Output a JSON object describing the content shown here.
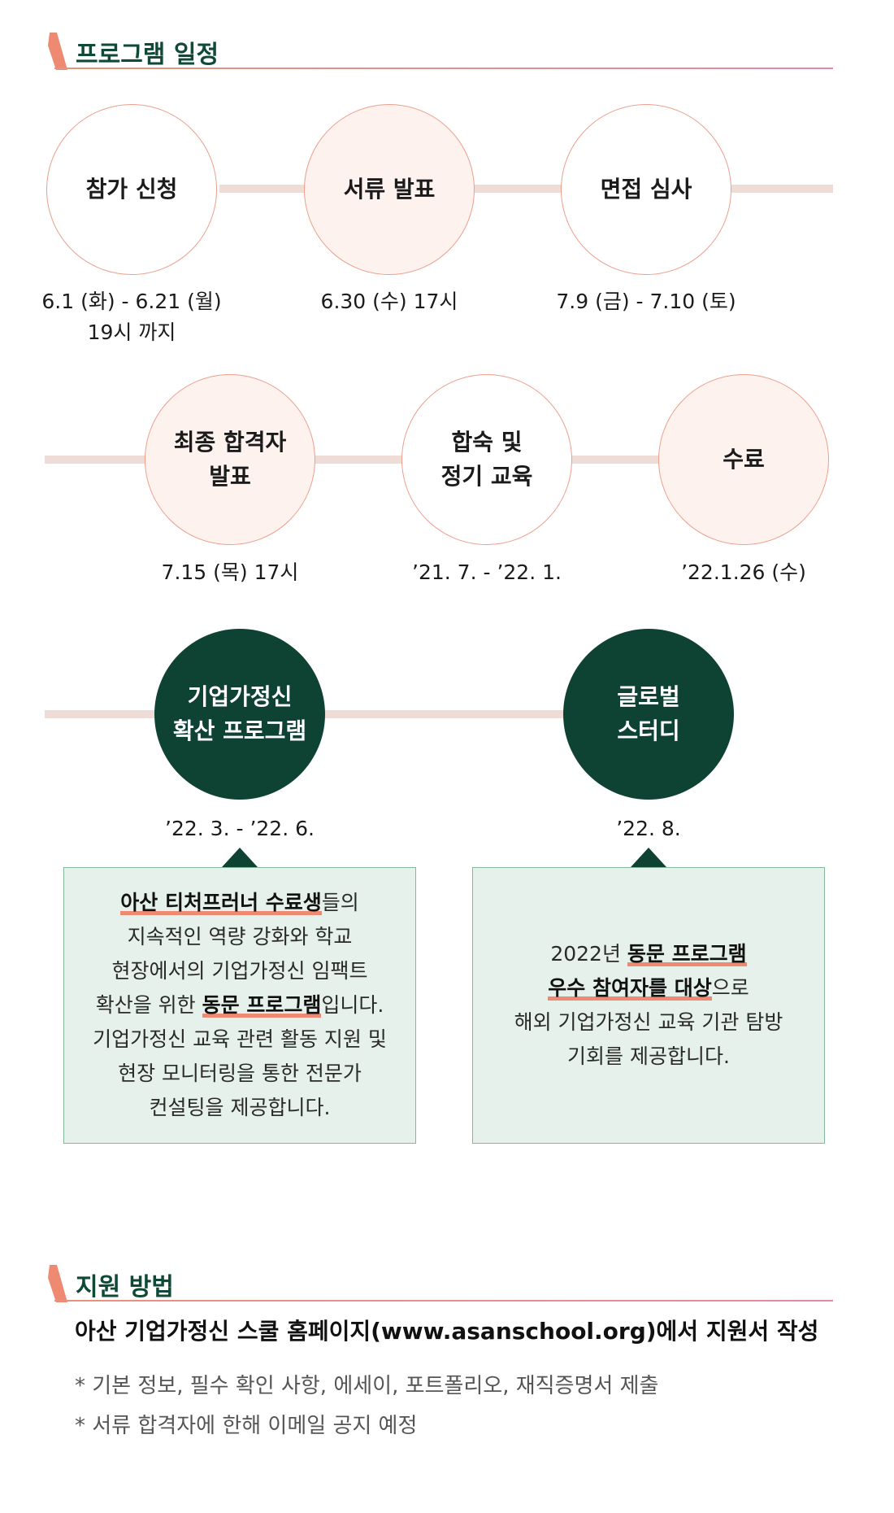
{
  "schedule": {
    "title": "프로그램 일정",
    "steps": [
      {
        "label": "참가 신청",
        "date": "6.1 (화) - 6.21 (월)\n19시 까지"
      },
      {
        "label": "서류 발표",
        "date": "6.30 (수) 17시"
      },
      {
        "label": "면접 심사",
        "date": "7.9 (금) - 7.10 (토)"
      },
      {
        "label": "최종 합격자\n발표",
        "date": "7.15 (목) 17시"
      },
      {
        "label": "합숙 및\n정기 교육",
        "date": "’21. 7. -  ’22. 1."
      },
      {
        "label": "수료",
        "date": "’22.1.26 (수)"
      }
    ],
    "extras": [
      {
        "label": "기업가정신\n확산 프로그램",
        "date": "’22. 3. -  ’22. 6.",
        "desc": {
          "l1_hl": "아산 티처프러너 수료생",
          "l1_rest": "들의",
          "l2": "지속적인 역량 강화와 학교",
          "l3": "현장에서의 기업가정신 임팩트",
          "l4_pre": "확산을 위한 ",
          "l4_hl": "동문 프로그램",
          "l4_rest": "입니다.",
          "l5": "기업가정신 교육 관련 활동 지원 및",
          "l6": "현장 모니터링을 통한 전문가",
          "l7": "컨설팅을 제공합니다."
        }
      },
      {
        "label": "글로벌\n스터디",
        "date": "’22. 8.",
        "desc": {
          "l1_pre": "2022년 ",
          "l1_hl": "동문 프로그램",
          "l2_hl": "우수 참여자를 대상",
          "l2_rest": "으로",
          "l3": "해외 기업가정신 교육 기관 탐방",
          "l4": "기회를 제공합니다."
        }
      }
    ]
  },
  "apply": {
    "title": "지원 방법",
    "main": "아산 기업가정신 스쿨 홈페이지(www.asanschool.org)에서 지원서 작성",
    "notes": [
      "* 기본 정보, 필수 확인 사항, 에세이, 포트폴리오, 재직증명서 제출",
      "* 서류 합격자에 한해 이메일 공지 예정"
    ]
  },
  "colors": {
    "accent": "#ef8a72",
    "dark_green": "#0e4333",
    "box_bg": "#e5f1ea",
    "track": "#efdcd6"
  }
}
